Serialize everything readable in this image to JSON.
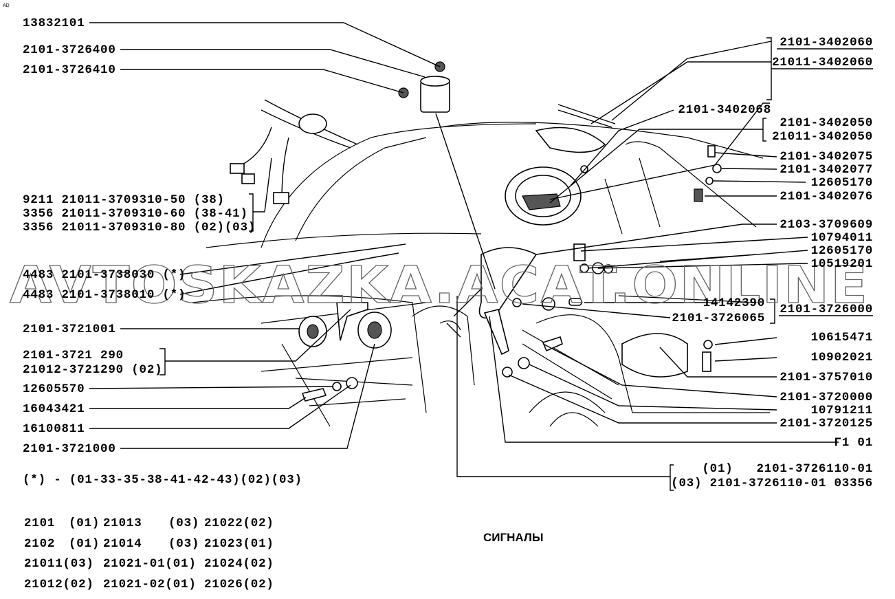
{
  "corner_mark": "AD",
  "title": "СИГНАЛЫ",
  "watermark": "AVTOSKAZKA.ACAT.ONLINE",
  "left_labels": {
    "p13832101": "13832101",
    "p3726400": "2101-3726400",
    "p3726410": "2101-3726410",
    "harness": [
      "9211 21011-3709310-50 (38)",
      "3356 21011-3709310-60 (38-41)",
      "3356 21011-3709310-80 (02)(03)"
    ],
    "p3738030": "4483 2101-3738030 (*)",
    "p3738010": "4483 2101-3738010 (*)",
    "p3721001": "2101-3721001",
    "p3721290": [
      "2101-3721 290",
      "21012-3721290 (02)"
    ],
    "p12605570": "12605570",
    "p16043421": "16043421",
    "p16100811": "16100811",
    "p3721000": "2101-3721000"
  },
  "footnote": "(*) - (01-33-35-38-41-42-43)(02)(03)",
  "model_table": [
    [
      "2101",
      "(01)",
      "21013",
      "(03)",
      "21022(02)"
    ],
    [
      "2102",
      "(01)",
      "21014",
      "(03)",
      "21023(01)"
    ],
    [
      "21011(03)",
      "",
      "21021-01(01)",
      "",
      "21024(02)"
    ],
    [
      "21012(02)",
      "",
      "21021-02(01)",
      "",
      "21026(02)"
    ]
  ],
  "right_labels": {
    "p3402060": "2101-3402060",
    "p3402060b": "21011-3402060",
    "p3402068": "2101-3402068",
    "p3402050": [
      "2101-3402050",
      "21011-3402050"
    ],
    "p3402075": "2101-3402075",
    "p3402077": "2101-3402077",
    "p12605170a": "12605170",
    "p3402076": "2101-3402076",
    "p3709609": "2103-3709609",
    "p10794011": "10794011",
    "p12605170b": "12605170",
    "p10519201": "10519201",
    "p14142390": "14142390",
    "p3726065": "2101-3726065",
    "p3726000": "2101-3726000",
    "p10615471": "10615471",
    "p10902021": "10902021",
    "p3757010": "2101-3757010",
    "p3720000": "2101-3720000",
    "p10791211": "10791211",
    "p3720125": "2101-3720125",
    "g101": "Г1 01",
    "p3726110": [
      "(01)   2101-3726110-01",
      "(03) 2101-3726110-01 03356"
    ]
  }
}
